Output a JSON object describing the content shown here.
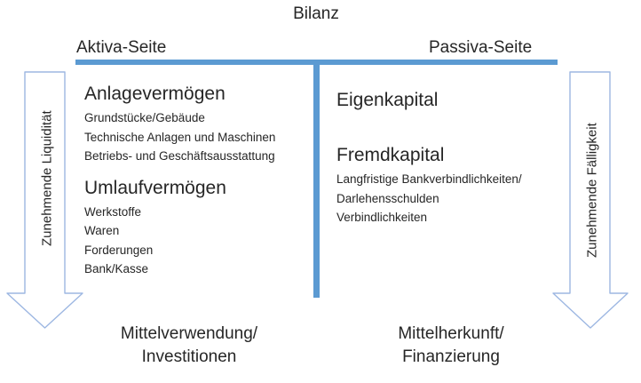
{
  "title": "Bilanz",
  "colors": {
    "divider_bar": "#5B9AD2",
    "arrow_outline": "#9DB7E2",
    "text": "#262626"
  },
  "left": {
    "header": "Aktiva-Seite",
    "sections": [
      {
        "heading": "Anlagevermögen",
        "items": [
          "Grundstücke/Gebäude",
          "Technische Anlagen und Maschinen",
          "Betriebs- und Geschäftsausstattung"
        ]
      },
      {
        "heading": "Umlaufvermögen",
        "items": [
          "Werkstoffe",
          "Waren",
          "Forderungen",
          "Bank/Kasse"
        ]
      }
    ],
    "arrow_label": "Zunehmende Liquidität",
    "caption_lines": [
      "Mittelverwendung/",
      "Investitionen"
    ]
  },
  "right": {
    "header": "Passiva-Seite",
    "sections": [
      {
        "heading": "Eigenkapital",
        "items": []
      },
      {
        "heading": "Fremdkapital",
        "items": [
          "Langfristige Bankverbindlichkeiten/",
          "Darlehensschulden",
          "Verbindlichkeiten"
        ]
      }
    ],
    "arrow_label": "Zunehmende Fälligkeit",
    "caption_lines": [
      "Mittelherkunft/",
      "Finanzierung"
    ]
  }
}
